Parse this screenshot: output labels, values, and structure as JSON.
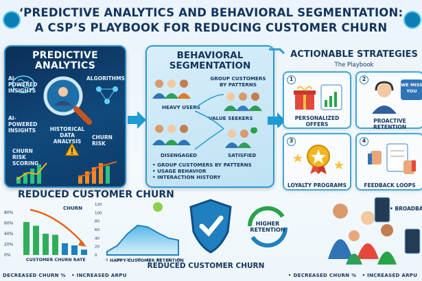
{
  "title": {
    "line1": "‘PREDICTIVE ANALYTICS AND BEHAVIORAL SEGMENTATION:",
    "line2": "A CSP’S PLAYBOOK FOR REDUCING CUSTOMER CHURN"
  },
  "predictive": {
    "title_line1": "PREDICTIVE",
    "title_line2": "ANALYTICS",
    "labels": {
      "ai_insights_1": "AI-POWERED INSIGHTS",
      "algorithms": "ALGORITHMS",
      "ai_insights_2": "AI-POWERED INSIGHTS",
      "historical": "HISTORICAL DATA ANALYSIS",
      "churn_risk": "CHURN RISK",
      "churn_risk_scoring": "CHURN RISK SCORING"
    }
  },
  "behavioral": {
    "title_line1": "BEHAVIORAL",
    "title_line2": "SEGMENTATION",
    "labels": {
      "group_top": "GROUP CUSTOMERS BY PATTERNS",
      "heavy_users": "HEAVY USERS",
      "value_seekers": "VALUE SEEKERS",
      "disengaged": "DISENGAGED",
      "satisfied": "SATISFIED"
    },
    "bullets": [
      "GROUP CUSTOMERS BY PATTERNS",
      "USAGE BEHAVIOR",
      "INTERACTION HISTORY"
    ]
  },
  "strategies": {
    "title": "ACTIONABLE STRATEGIES",
    "subtitle": "The Playbook",
    "cards": [
      {
        "num": "1",
        "label": "PERSONALIZED OFFERS"
      },
      {
        "num": "2",
        "label": "PROACTIVE RETENTION",
        "bubble": "WE MISS YOU"
      },
      {
        "num": "3",
        "label": "LOYALTY PROGRAMS"
      },
      {
        "num": "4",
        "label": "FEEDBACK LOOPS"
      }
    ]
  },
  "outcomes": {
    "reduced_title": "REDUCED CUSTOMER CHURN",
    "reduced_bottom": "REDUCED CUSTOMER CHURN",
    "retention": "HIGHER RETENTION",
    "broadband": "• BROADBA"
  },
  "colors": {
    "navy": "#13345e",
    "accent": "#2b9bd1",
    "green": "#27a34a",
    "orange": "#e8641c"
  },
  "chart_data": [
    {
      "type": "bar",
      "title": "CHURN",
      "xlabel": "CUSTOMER CHURN RATE",
      "ylim": [
        0,
        80
      ],
      "yticks": [
        "0%",
        "20%",
        "40%",
        "60%",
        "80%"
      ],
      "values": [
        62,
        55,
        40,
        38,
        22,
        18,
        10
      ]
    },
    {
      "type": "area",
      "xlabel": "HAPPY CUSTOMER RETENTION",
      "ylim": [
        0,
        120
      ],
      "yticks": [
        "0",
        "20",
        "40",
        "60",
        "80",
        "100",
        "120"
      ],
      "xticks": [
        "0",
        "10",
        "20",
        "30",
        "40",
        "50",
        "60",
        "70"
      ],
      "x": [
        0,
        10,
        20,
        30,
        40,
        50,
        60,
        70
      ],
      "y": [
        8,
        22,
        50,
        70,
        66,
        52,
        40,
        35
      ]
    }
  ],
  "ticker": {
    "left": [
      "DECREASED CHURN %",
      "• INCREASED ARPU"
    ],
    "right": [
      "• DECREASED CHURN %",
      "• INCREASED ARPU"
    ]
  }
}
